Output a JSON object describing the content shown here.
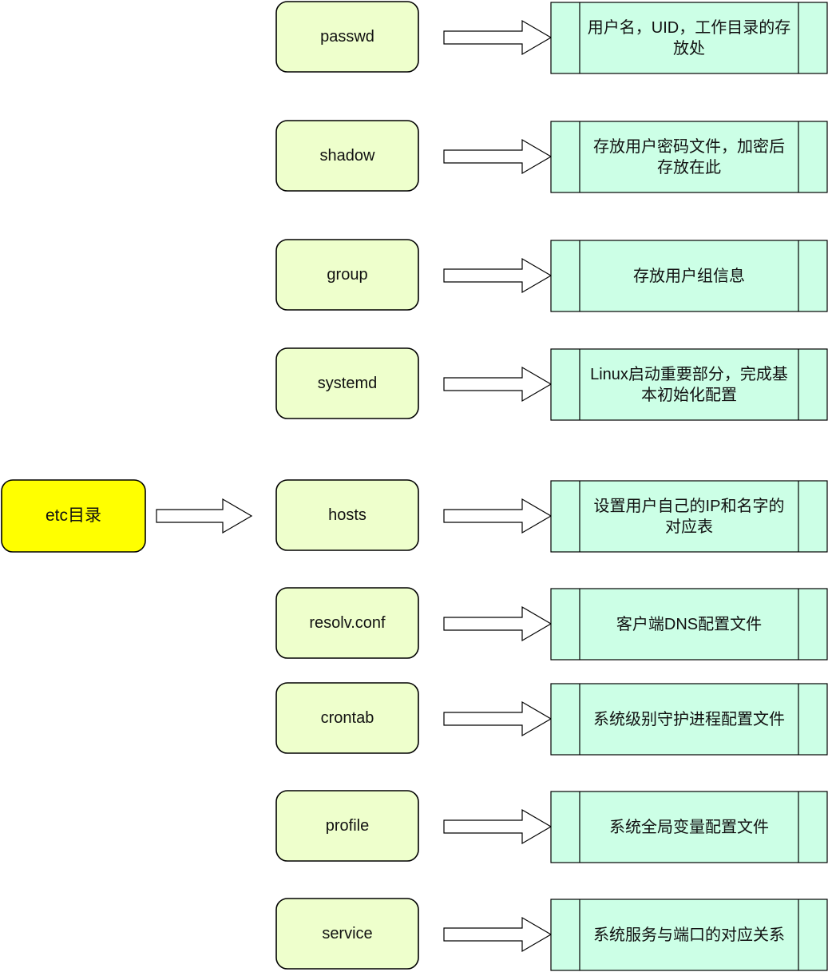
{
  "root": {
    "label": "etc目录",
    "color": "#ffff00"
  },
  "colors": {
    "file_fill": "#eeffcc",
    "desc_fill": "#ccffe6",
    "stroke": "#000000"
  },
  "items": [
    {
      "file": "passwd",
      "desc": "用户名，UID，工作目录的存放处"
    },
    {
      "file": "shadow",
      "desc": "存放用户密码文件，加密后存放在此"
    },
    {
      "file": "group",
      "desc": "存放用户组信息"
    },
    {
      "file": "systemd",
      "desc": "Linux启动重要部分，完成基本初始化配置"
    },
    {
      "file": "hosts",
      "desc": "设置用户自己的IP和名字的对应表"
    },
    {
      "file": "resolv.conf",
      "desc": "客户端DNS配置文件"
    },
    {
      "file": "crontab",
      "desc": "系统级别守护进程配置文件"
    },
    {
      "file": "profile",
      "desc": "系统全局变量配置文件"
    },
    {
      "file": "service",
      "desc": "系统服务与端口的对应关系"
    }
  ]
}
